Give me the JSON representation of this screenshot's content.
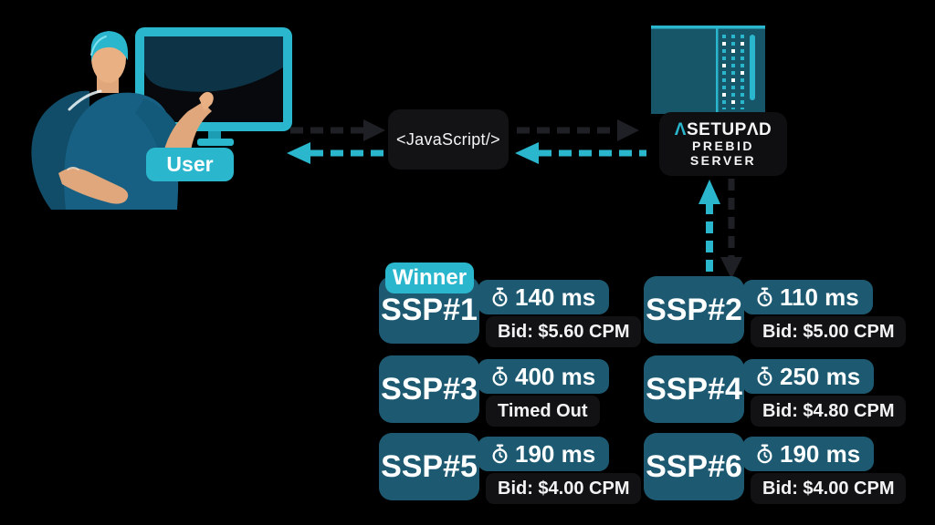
{
  "user": {
    "label": "User"
  },
  "javascript": {
    "label": "<JavaScript/>"
  },
  "prebid_server": {
    "logo_accent": "Λ",
    "logo_text": "SETUPΛD",
    "subtitle_line1": "PREBID",
    "subtitle_line2": "SERVER"
  },
  "winner_label": "Winner",
  "ssps": [
    {
      "name": "SSP#1",
      "response_time": "140 ms",
      "result": "Bid: $5.60 CPM",
      "winner": true
    },
    {
      "name": "SSP#2",
      "response_time": "110 ms",
      "result": "Bid: $5.00 CPM",
      "winner": false
    },
    {
      "name": "SSP#3",
      "response_time": "400 ms",
      "result": "Timed Out",
      "winner": false
    },
    {
      "name": "SSP#4",
      "response_time": "250 ms",
      "result": "Bid: $4.80 CPM",
      "winner": false
    },
    {
      "name": "SSP#5",
      "response_time": "190 ms",
      "result": "Bid: $4.00 CPM",
      "winner": false
    },
    {
      "name": "SSP#6",
      "response_time": "190 ms",
      "result": "Bid: $4.00 CPM",
      "winner": false
    }
  ],
  "colors": {
    "accent_teal": "#2ab7cd",
    "box_teal": "#1d5a72",
    "chip_black": "#121215",
    "background": "#000000",
    "skin": "#e8b083",
    "shirt": "#176083"
  }
}
